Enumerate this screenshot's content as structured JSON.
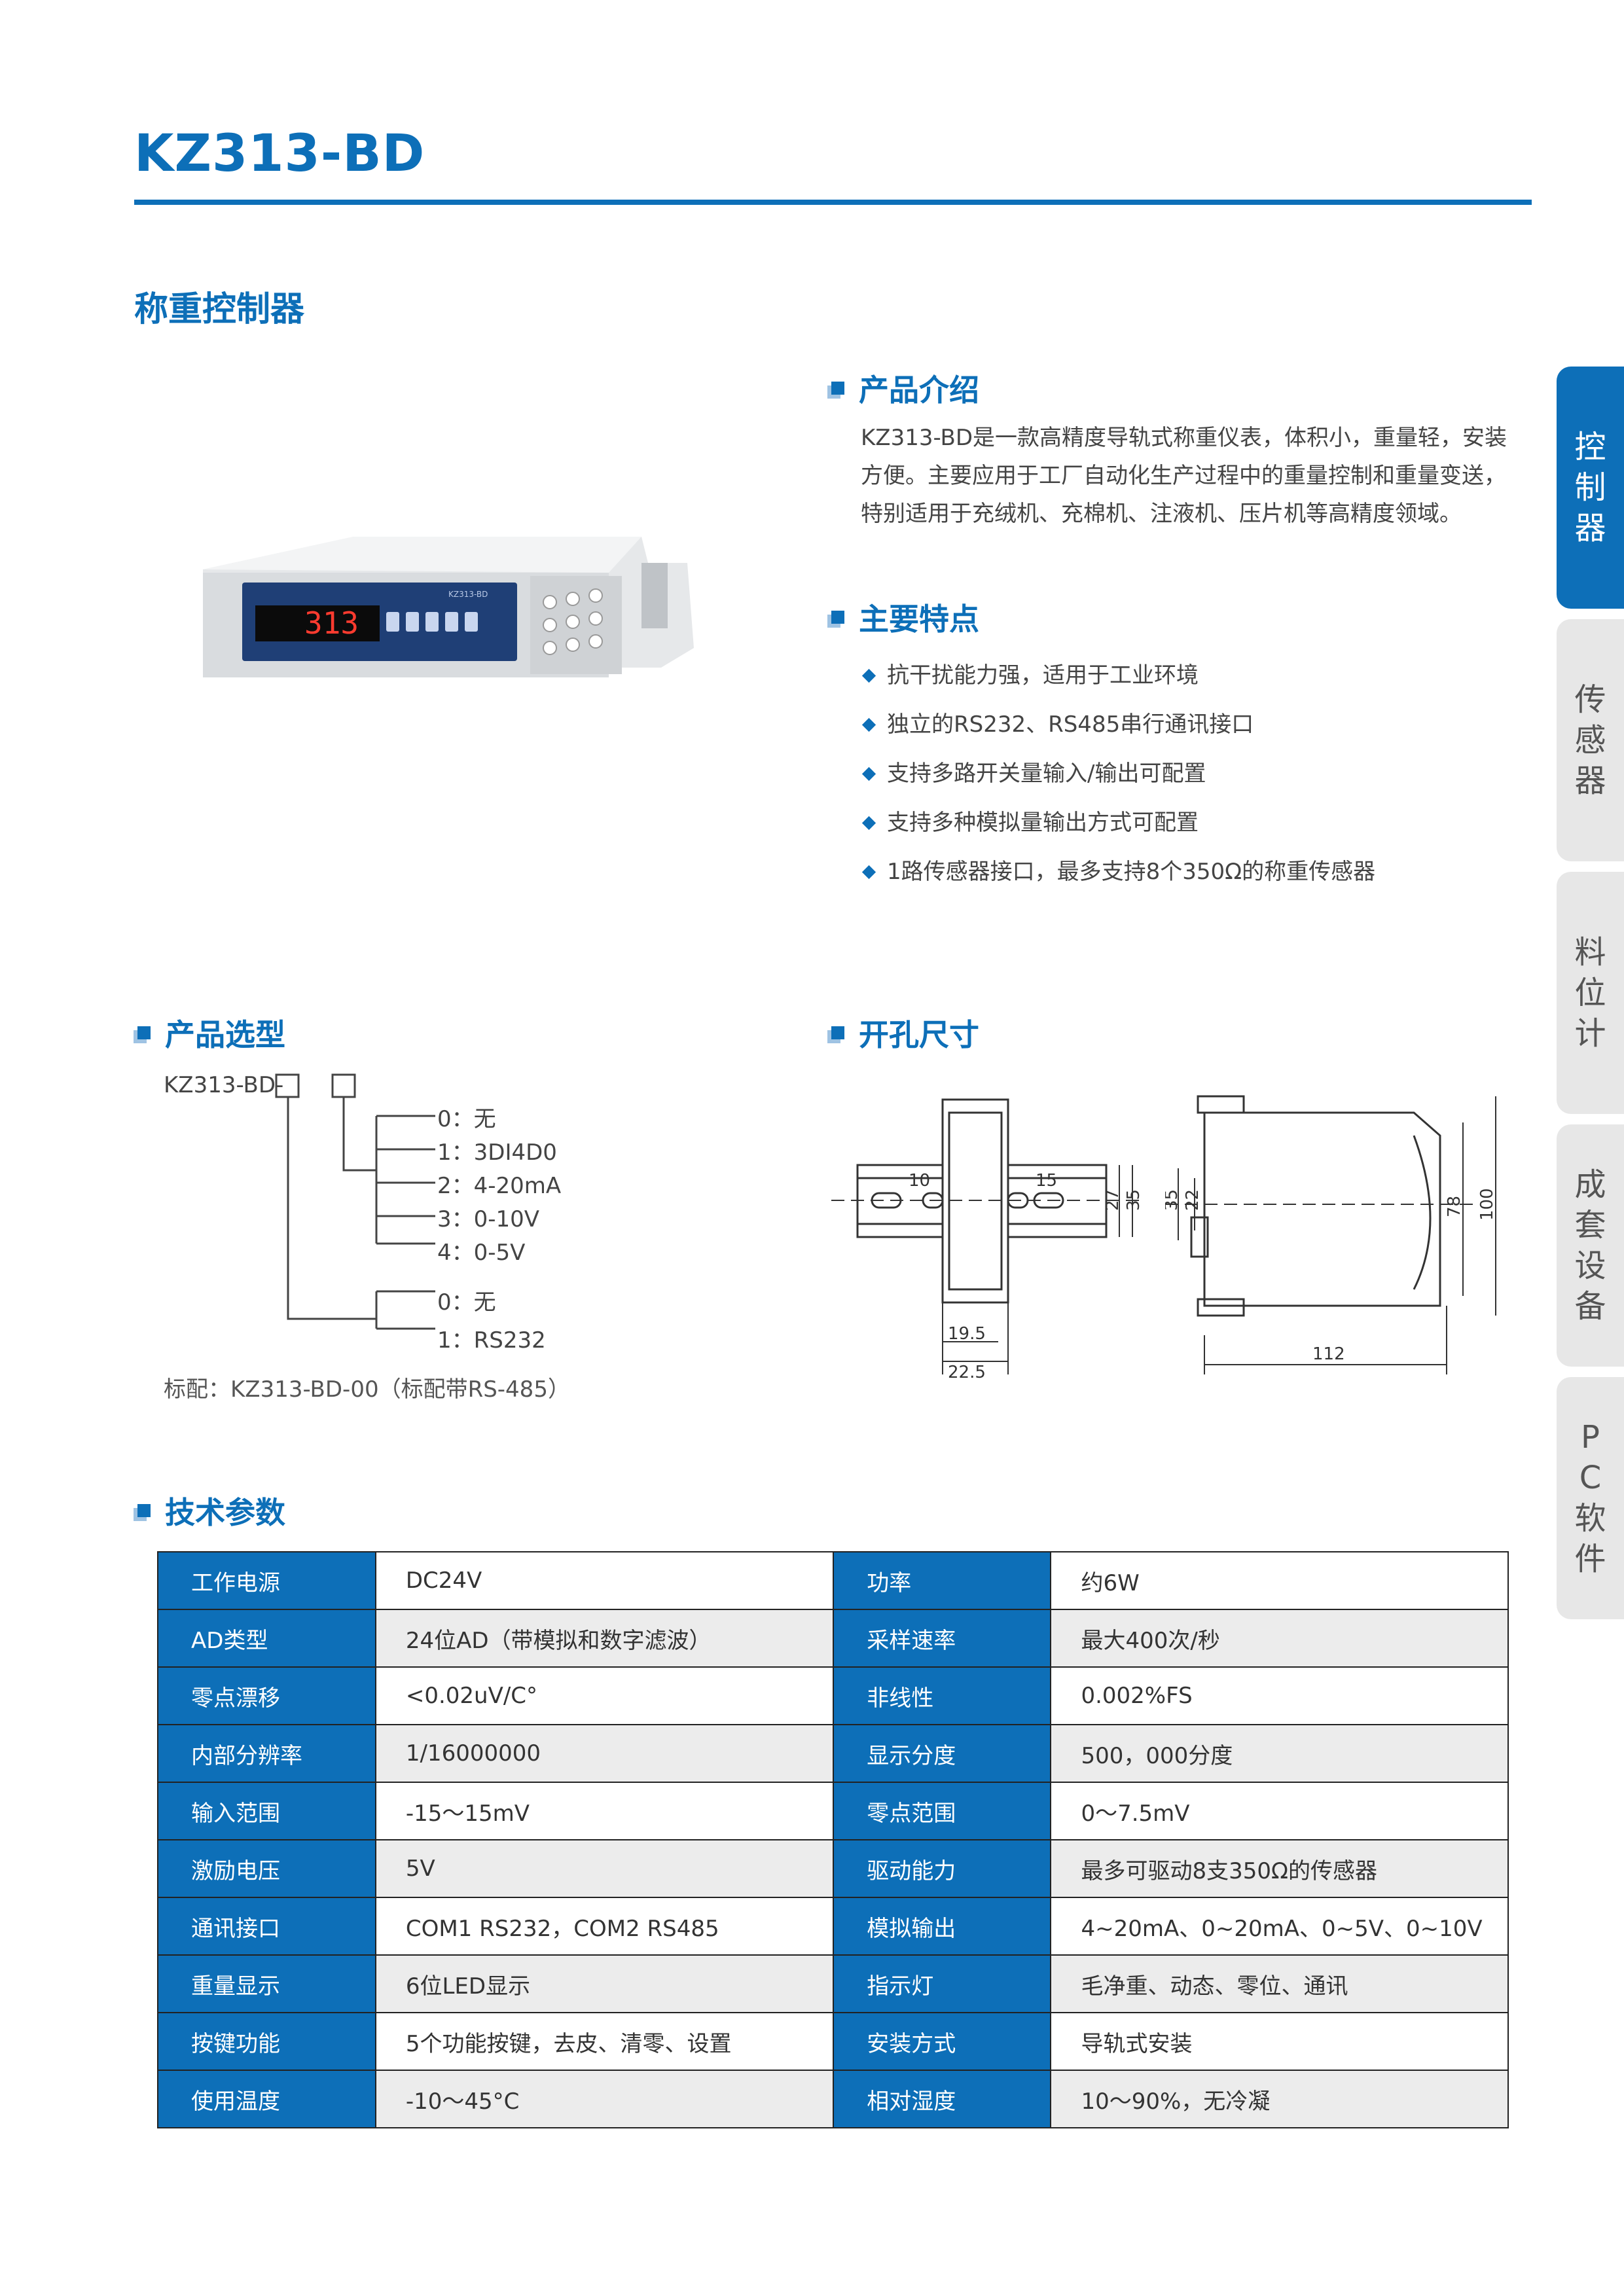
{
  "header": {
    "title": "KZ313-BD",
    "subtitle": "称重控制器"
  },
  "sections": {
    "intro": "产品介绍",
    "features": "主要特点",
    "selection": "产品选型",
    "cutout": "开孔尺寸",
    "specs": "技术参数"
  },
  "intro_text": "KZ313-BD是一款高精度导轨式称重仪表，体积小，重量轻，安装方便。主要应用于工厂自动化生产过程中的重量控制和重量变送，特别适用于充绒机、充棉机、注液机、压片机等高精度领域。",
  "features": [
    "抗干扰能力强，适用于工业环境",
    "独立的RS232、RS485串行通讯接口",
    "支持多路开关量输入/输出可配置",
    "支持多种模拟量输出方式可配置",
    "1路传感器接口，最多支持8个350Ω的称重传感器"
  ],
  "device": {
    "display": "313",
    "model_label": "KZ313-BD"
  },
  "selection": {
    "model_prefix": "KZ313-BD-",
    "options_a": [
      "0：无",
      "1：3DI4D0",
      "2：4-20mA",
      "3：0-10V",
      "4：0-5V"
    ],
    "options_b": [
      "0：无",
      "1：RS232"
    ],
    "standard": "标配：KZ313-BD-00（标配带RS-485）"
  },
  "dimensions": {
    "front": [
      "10",
      "15",
      "27",
      "35",
      "19.5",
      "22.5"
    ],
    "side": [
      "35",
      "22",
      "78",
      "100",
      "112"
    ]
  },
  "side_tabs": [
    "控制器",
    "传感器",
    "料位计",
    "成套设备",
    "PC软件"
  ],
  "active_tab": 0,
  "specs": [
    [
      "工作电源",
      "DC24V",
      "功率",
      "约6W"
    ],
    [
      "AD类型",
      "24位AD（带模拟和数字滤波）",
      "采样速率",
      "最大400次/秒"
    ],
    [
      "零点漂移",
      "<0.02uV/C°",
      "非线性",
      "0.002%FS"
    ],
    [
      "内部分辨率",
      "1/16000000",
      "显示分度",
      "500，000分度"
    ],
    [
      "输入范围",
      "-15～15mV",
      "零点范围",
      "0～7.5mV"
    ],
    [
      "激励电压",
      "5V",
      "驱动能力",
      "最多可驱动8支350Ω的传感器"
    ],
    [
      "通讯接口",
      "COM1 RS232，COM2 RS485",
      "模拟输出",
      "4~20mA、0~20mA、0~5V、0~10V"
    ],
    [
      "重量显示",
      "6位LED显示",
      "指示灯",
      "毛净重、动态、零位、通讯"
    ],
    [
      "按键功能",
      "5个功能按键，去皮、清零、设置",
      "安装方式",
      "导轨式安装"
    ],
    [
      "使用温度",
      "-10～45°C",
      "相对湿度",
      "10～90%，无冷凝"
    ]
  ],
  "colors": {
    "brand": "#0d6fb8",
    "tab_inactive": "#e7e7e7",
    "row_alt": "#ececec"
  }
}
